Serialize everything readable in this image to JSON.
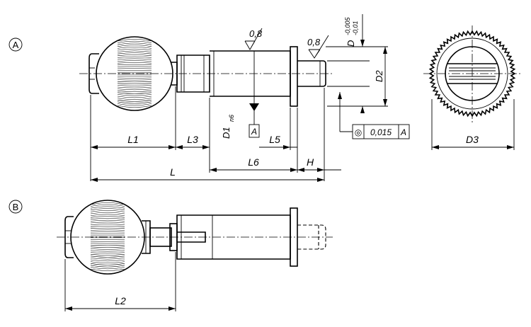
{
  "views": {
    "a": {
      "marker": "A"
    },
    "b": {
      "marker": "B"
    }
  },
  "dimensions": {
    "l1": "L1",
    "l2": "L2",
    "l3": "L3",
    "l5": "L5",
    "l6": "L6",
    "l": "L",
    "h": "H",
    "d": "D",
    "d_upper_tol": "-0,005",
    "d_lower_tol": "-0,01",
    "d1": "D1",
    "d1_fit": "n6",
    "d2": "D2",
    "d3": "D3"
  },
  "surface_finish": {
    "left": "0,8",
    "right": "0,8"
  },
  "datum": {
    "label": "A"
  },
  "tolerance_frame": {
    "symbol": "◎",
    "value": "0,015",
    "datum": "A"
  }
}
